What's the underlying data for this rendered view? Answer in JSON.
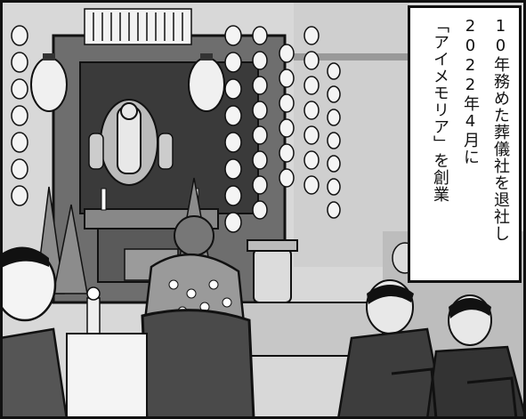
{
  "caption": {
    "line1": "10年務めた葬儀社を退社し",
    "line2": "2022年4月に",
    "line3": "「アイメモリア」を創業"
  },
  "colors": {
    "ink": "#111111",
    "paper": "#ffffff",
    "screentone": "#9a9a9a",
    "background": "#e6e6e6"
  }
}
